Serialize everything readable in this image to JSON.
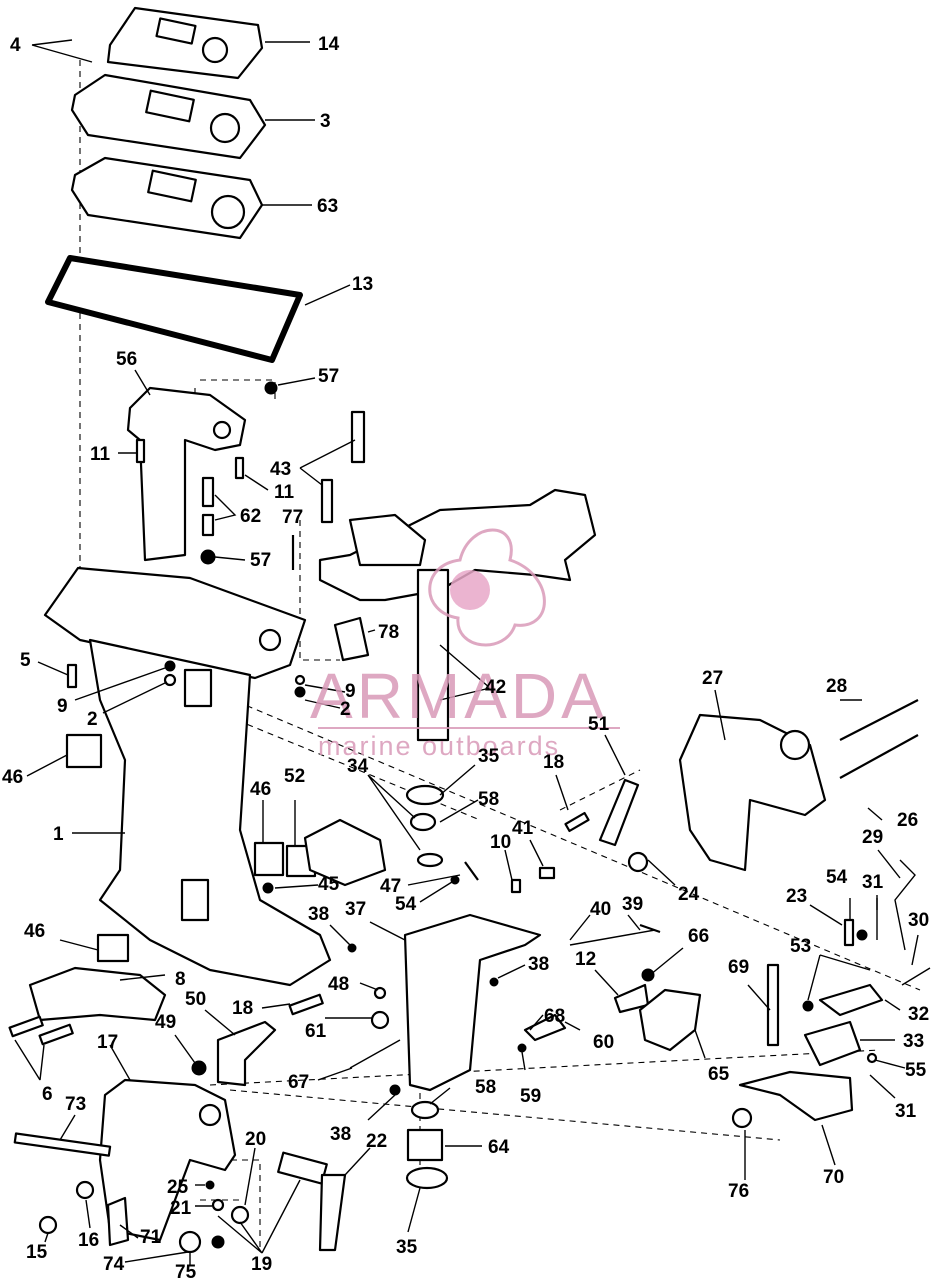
{
  "labels": {
    "l4": "4",
    "l14": "14",
    "l3": "3",
    "l63": "63",
    "l13": "13",
    "l56": "56",
    "l57a": "57",
    "l11a": "11",
    "l43": "43",
    "l11b": "11",
    "l62": "62",
    "l77": "77",
    "l57b": "57",
    "l78": "78",
    "l5": "5",
    "l9a": "9",
    "l2a": "2",
    "l9b": "9",
    "l2b": "2",
    "l42": "42",
    "l46a": "46",
    "l1": "1",
    "l46b": "46",
    "l52": "52",
    "l45": "45",
    "l34": "34",
    "l35a": "35",
    "l58a": "58",
    "l47": "47",
    "l54a": "54",
    "l10": "10",
    "l41": "41",
    "l18a": "18",
    "l51": "51",
    "l27": "27",
    "l28": "28",
    "l26": "26",
    "l24": "24",
    "l29": "29",
    "l54b": "54",
    "l31a": "31",
    "l23": "23",
    "l30": "30",
    "l46c": "46",
    "l8": "8",
    "l38a": "38",
    "l37": "37",
    "l40": "40",
    "l39": "39",
    "l66": "66",
    "l12": "12",
    "l38b": "38",
    "l48": "48",
    "l68": "68",
    "l53": "53",
    "l69": "69",
    "l32": "32",
    "l33": "33",
    "l55": "55",
    "l31b": "31",
    "l50": "50",
    "l18b": "18",
    "l61": "61",
    "l60": "60",
    "l49": "49",
    "l67": "67",
    "l59": "59",
    "l65": "65",
    "l6": "6",
    "l17": "17",
    "l73": "73",
    "l58b": "58",
    "l38c": "38",
    "l22": "22",
    "l20": "20",
    "l64": "64",
    "l76": "76",
    "l70": "70",
    "l25": "25",
    "l21": "21",
    "l16": "16",
    "l71": "71",
    "l15": "15",
    "l74": "74",
    "l75": "75",
    "l19": "19",
    "l35b": "35"
  },
  "watermark": {
    "brand": "ARMADA",
    "tagline": "marine outboards"
  },
  "colors": {
    "ink": "#000000",
    "watermark": "#d99ab8",
    "watermark_fill": "#e8a8c8"
  }
}
